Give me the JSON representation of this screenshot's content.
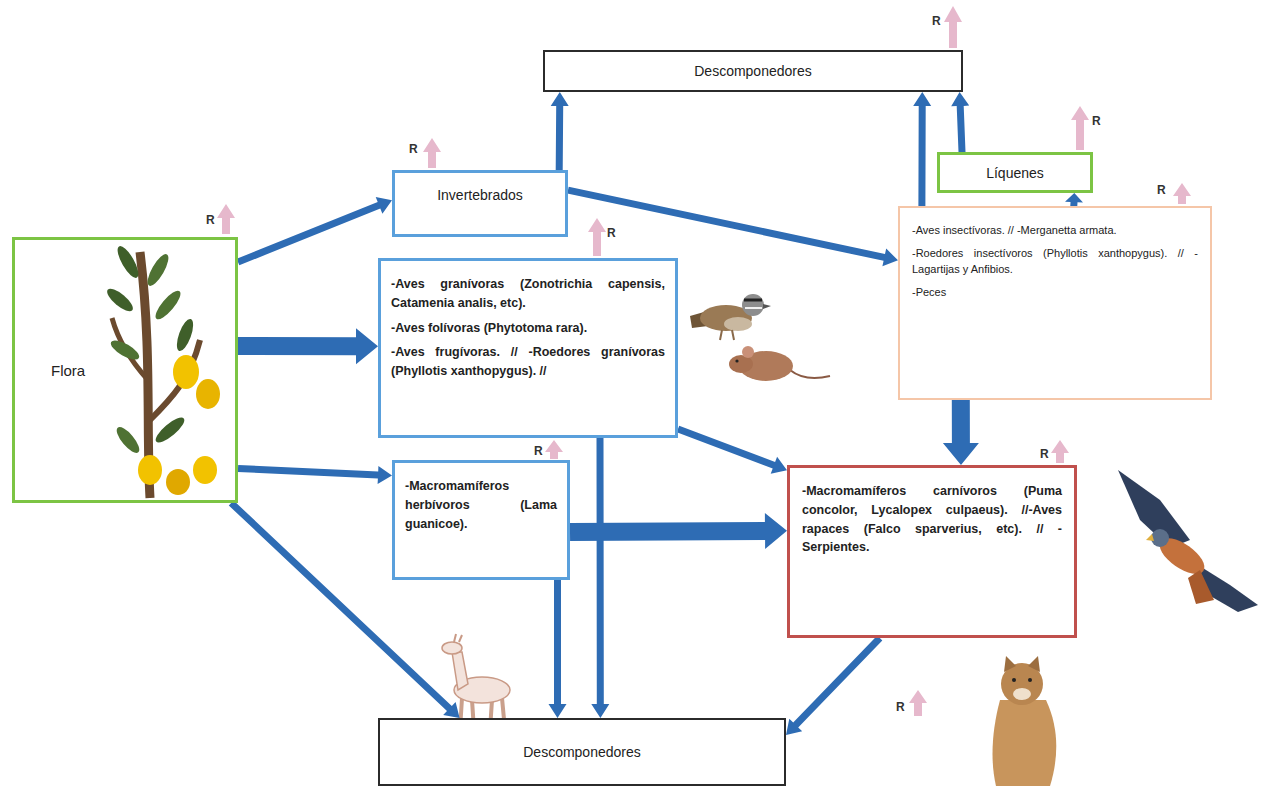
{
  "diagram": {
    "nodes": [
      {
        "text": [
          "Descomponedores"
        ]
      },
      {
        "text": [
          "Invertebrados"
        ]
      },
      {
        "text": [
          "Líquenes"
        ]
      },
      {
        "text": [
          "Flora"
        ]
      },
      {
        "text": [
          "-Aves granívoras (Zonotrichia capensis, Catamenia analis, etc).",
          "-Aves folívoras (Phytotoma rara).",
          "-Aves frugívoras. // -Roedores granívoras (Phyllotis xanthopygus). //"
        ]
      },
      {
        "text": [
          "-Aves insectívoras. // -Merganetta armata.",
          "-Roedores insectívoros (Phyllotis xanthopygus). // -Lagartijas y Anfibios.",
          "-Peces"
        ]
      },
      {
        "text": [
          "-Macromamíferos herbívoros (Lama guanicoe)."
        ]
      },
      {
        "text": [
          "-Macromamíferos carnívoros (Puma concolor, Lycalopex culpaeus). //-Aves rapaces (Falco sparverius, etc). // -Serpientes."
        ]
      },
      {
        "text": [
          "Descomponedores"
        ]
      }
    ],
    "edges": [
      {
        "from": 3,
        "to": 1,
        "arrow": "to"
      },
      {
        "from": 3,
        "to": 4,
        "arrow": "to"
      },
      {
        "from": 3,
        "to": 6,
        "arrow": "to"
      },
      {
        "from": 3,
        "to": 8,
        "arrow": "to"
      },
      {
        "from": 1,
        "to": 0,
        "arrow": "to"
      },
      {
        "from": 1,
        "to": 5,
        "arrow": "to"
      },
      {
        "from": 4,
        "to": 7,
        "arrow": "to"
      },
      {
        "from": 4,
        "to": 8,
        "arrow": "to"
      },
      {
        "from": 6,
        "to": 7,
        "arrow": "to"
      },
      {
        "from": 6,
        "to": 8,
        "arrow": "to"
      },
      {
        "from": 5,
        "to": 0,
        "arrow": "to"
      },
      {
        "from": 2,
        "to": 0,
        "arrow": "to"
      },
      {
        "from": 5,
        "to": 2,
        "arrow": "to"
      },
      {
        "from": 5,
        "to": 7,
        "arrow": "to"
      },
      {
        "from": 7,
        "to": 8,
        "arrow": "to"
      }
    ],
    "labels": [
      "R",
      "R",
      "R",
      "R",
      "R",
      "R",
      "R",
      "R",
      "R"
    ]
  }
}
